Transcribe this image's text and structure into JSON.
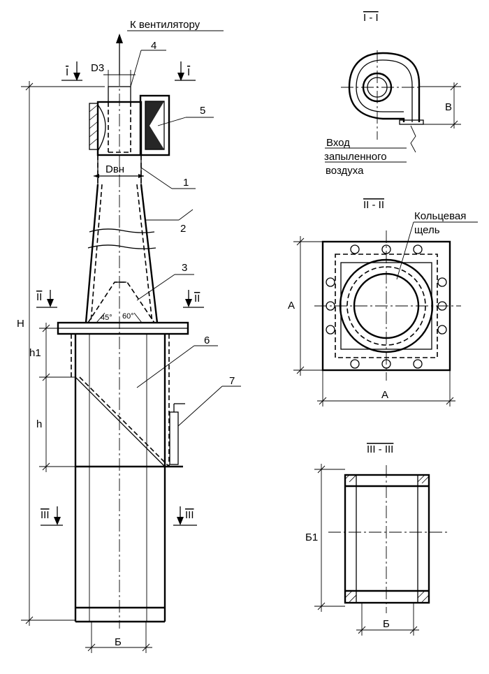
{
  "labels": {
    "fan": "К вентилятору",
    "inlet_line1": "Вход",
    "inlet_line2": "запыленного",
    "inlet_line3": "воздуха",
    "ring_line1": "Кольцевая",
    "ring_line2": "щель",
    "d3": "D3",
    "dvn": "Dвн",
    "H": "H",
    "h1": "h1",
    "h": "h",
    "A_vertical": "A",
    "A_horizontal": "A",
    "B_inlet": "B",
    "B1": "Б1",
    "B_section": "Б",
    "B_main": "Б",
    "angle_45": "45°",
    "angle_60": "60°"
  },
  "parts": [
    "1",
    "2",
    "3",
    "4",
    "5",
    "6",
    "7"
  ],
  "sections": {
    "s1": "I - I",
    "s2": "II - II",
    "s3": "III - III",
    "cut1": "I",
    "cut2": "II",
    "cut3": "III"
  }
}
